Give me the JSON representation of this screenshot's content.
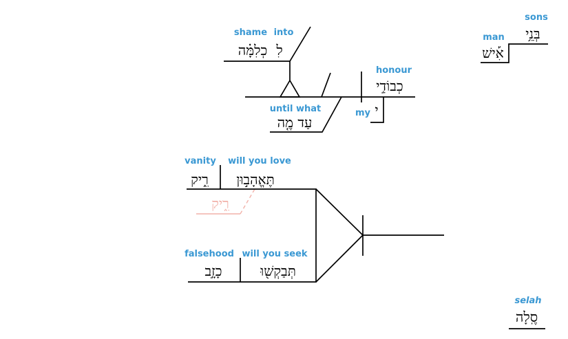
{
  "words": {
    "sons": {
      "hebrew": "בְּנֵ֥י",
      "gloss": "sons"
    },
    "man": {
      "hebrew": "אִ֡ישׁ",
      "gloss": "man"
    },
    "shame": {
      "hebrew": "כְלִמָּ֗ה",
      "gloss": "shame"
    },
    "into": {
      "hebrew": "לִ",
      "gloss": "into"
    },
    "honour": {
      "hebrew": "כְבוֹדִ֣י",
      "gloss": "honour"
    },
    "my": {
      "hebrew": "י",
      "gloss": "my"
    },
    "until_what": {
      "hebrew": "עַד מֶ֤ה",
      "gloss": "until what"
    },
    "vanity": {
      "hebrew": "רִ֑יק",
      "gloss": "vanity"
    },
    "will_you_love": {
      "hebrew": "תֶּאֱהָב֣וּן",
      "gloss": "will you love"
    },
    "vanity_ghost": {
      "hebrew": "רִ֑יק"
    },
    "falsehood": {
      "hebrew": "כָזָ֣ב",
      "gloss": "falsehood"
    },
    "will_you_seek": {
      "hebrew": "תְּבַקְשׁ֖וּ",
      "gloss": "will you seek"
    },
    "selah": {
      "hebrew": "סֶֽלָה",
      "gloss": "selah"
    }
  },
  "colors": {
    "gloss": "#3a98d3",
    "lines": "#000000",
    "ghost": "#f2b1a8"
  }
}
